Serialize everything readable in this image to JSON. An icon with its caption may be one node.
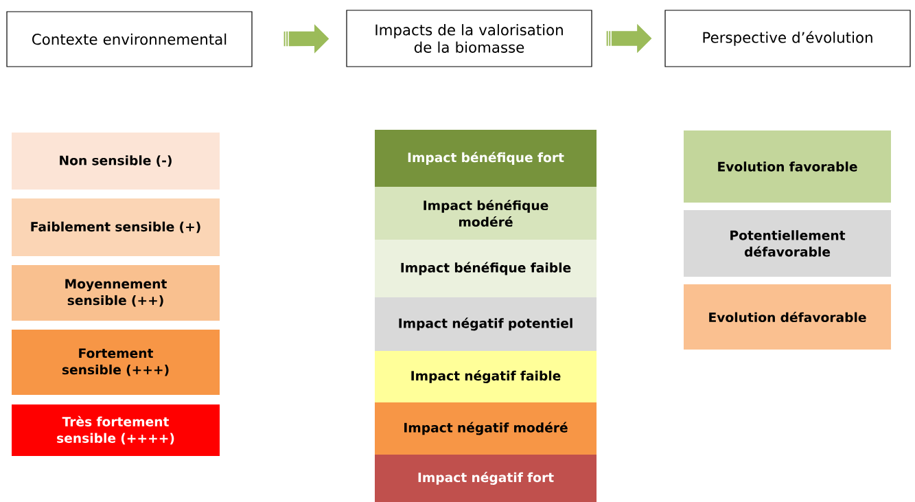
{
  "diagram": {
    "nodes": [
      {
        "text": [
          "Contexte environnemental"
        ]
      },
      {
        "text": [
          "Impacts de la valorisation de la biomasse"
        ]
      },
      {
        "text": [
          "Perspective d’évolution"
        ]
      }
    ],
    "edges": [
      {
        "from": 0,
        "to": 1,
        "arrow": "to"
      },
      {
        "from": 1,
        "to": 2,
        "arrow": "to"
      }
    ],
    "legend": [
      {
        "text": "Non sensible (-)",
        "color": "#fce4d6"
      },
      {
        "text": "Faiblement sensible (+)",
        "color": "#fbd5b5"
      },
      {
        "text": "Moyennement sensible (++)",
        "color": "#f9c08f"
      },
      {
        "text": "Fortement sensible (+++)",
        "color": "#f79646"
      },
      {
        "text": "Très fortement sensible (++++)",
        "color": "#ff0000"
      },
      {
        "text": "Impact bénéfique fort",
        "color": "#77933c"
      },
      {
        "text": "Impact bénéfique modéré",
        "color": "#d7e4bc"
      },
      {
        "text": "Impact bénéfique faible",
        "color": "#ebf1de"
      },
      {
        "text": "Impact négatif potentiel",
        "color": "#d9d9d9"
      },
      {
        "text": "Impact négatif faible",
        "color": "#ffff99"
      },
      {
        "text": "Impact négatif modéré",
        "color": "#f79646"
      },
      {
        "text": "Impact négatif fort",
        "color": "#c0504d"
      },
      {
        "text": "Evolution favorable",
        "color": "#c3d69b"
      },
      {
        "text": "Potentiellement défavorable",
        "color": "#d9d9d9"
      },
      {
        "text": "Evolution défavorable",
        "color": "#fac090"
      }
    ]
  }
}
